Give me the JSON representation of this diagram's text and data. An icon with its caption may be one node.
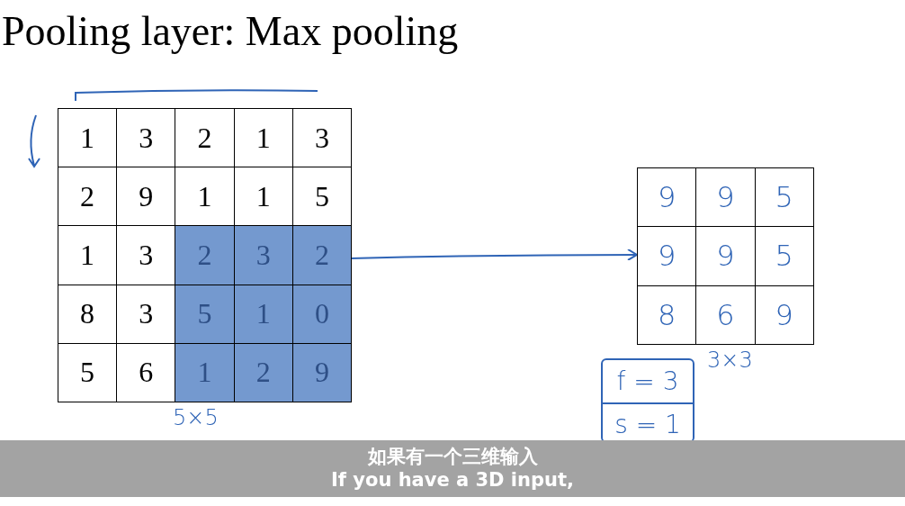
{
  "diagram": {
    "title": "Pooling layer: Max pooling",
    "nodes": [
      {
        "text": [],
        "shape": "box",
        "beside": [
          "5×5"
        ]
      },
      {
        "text": [],
        "shape": "box",
        "beside": [
          "3×3"
        ]
      },
      {
        "text": [
          "f = 3",
          "s = 1"
        ]
      }
    ],
    "edges": [
      {
        "from": 0,
        "to": 1,
        "arrow": "to"
      }
    ],
    "labels": [
      "1",
      "3",
      "2",
      "1",
      "3",
      "2",
      "9",
      "1",
      "1",
      "5",
      "1",
      "3",
      "2",
      "3",
      "2",
      "8",
      "3",
      "5",
      "1",
      "0",
      "5",
      "6",
      "1",
      "2",
      "9",
      "9",
      "9",
      "5",
      "9",
      "9",
      "5",
      "8",
      "6",
      "9",
      "如果有一个三维输入",
      "If you have a 3D input,"
    ]
  }
}
